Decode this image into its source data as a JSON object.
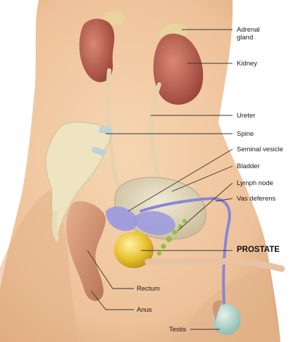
{
  "labels": {
    "adrenal_gland": "Adrenal\ngland",
    "kidney": "Kidney",
    "ureter": "Ureter",
    "spine": "Spine",
    "seminal_vesicle": "Seminal vesicle",
    "bladder": "Bladder",
    "lymph_node": "Lymph node",
    "vas_deferens": "Vas deferens",
    "prostate": "PROSTATE",
    "rectum": "Rectum",
    "anus": "Anus",
    "testis": "Testis"
  },
  "colors": {
    "skin": "#f0c9a0",
    "skin_shadow": "#d9a47a",
    "kidney": "#b85c4e",
    "adrenal": "#e6d29a",
    "ureter": "#e8d6b4",
    "spine": "#efe6c8",
    "bladder": "#d8cdb0",
    "vas_deferens": "#8a86d6",
    "prostate": "#e0b826",
    "lymph": "#8fc23a",
    "rectum": "#d49a78",
    "testis": "#a8cfc4",
    "leader": "#333333"
  }
}
